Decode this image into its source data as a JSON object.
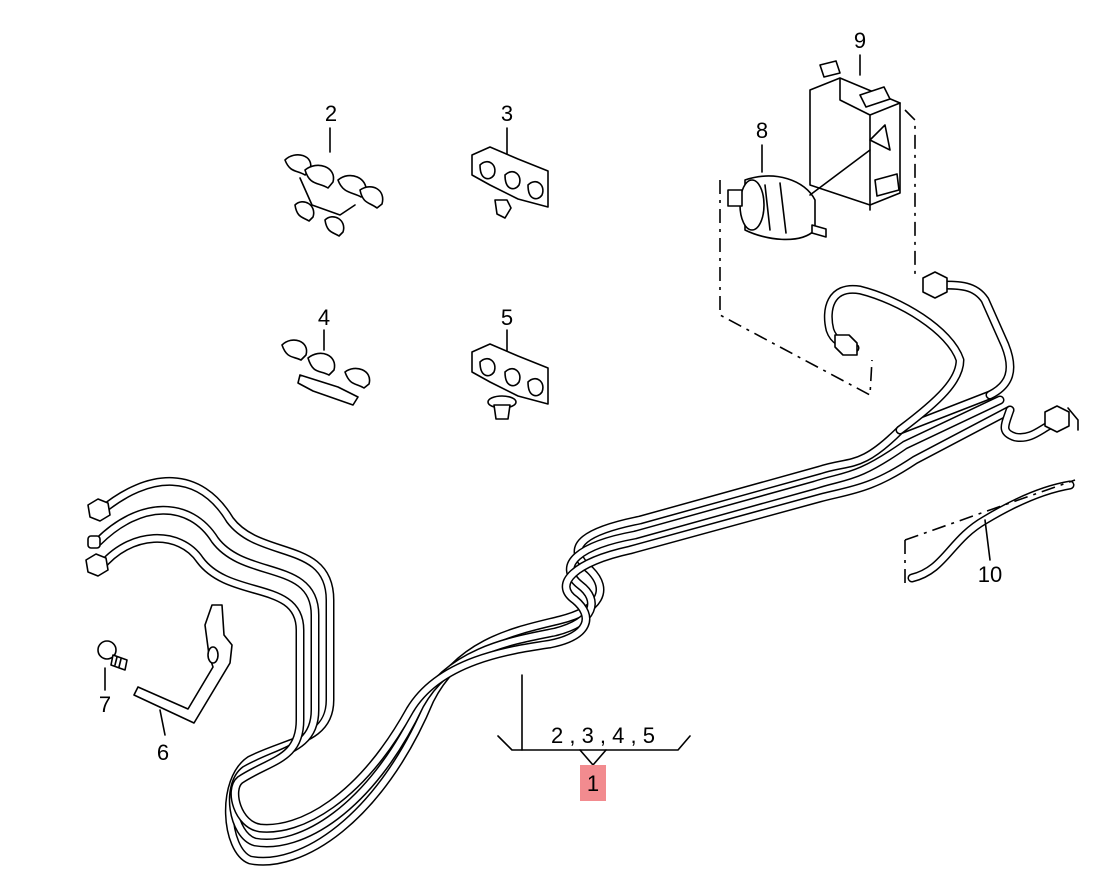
{
  "callouts": {
    "p1": "1",
    "p2": "2",
    "p3": "3",
    "p4": "4",
    "p5": "5",
    "p6": "6",
    "p7": "7",
    "p8": "8",
    "p9": "9",
    "p10": "10",
    "group": "2 , 3 , 4 , 5"
  },
  "colors": {
    "highlight": "#f28b8f",
    "line": "#000000",
    "background": "#ffffff"
  }
}
